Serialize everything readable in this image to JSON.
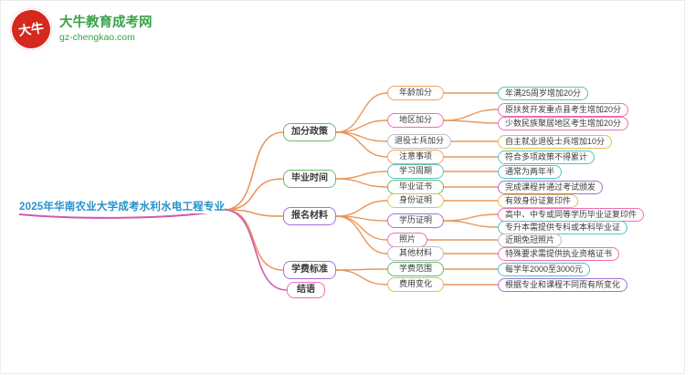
{
  "site": {
    "name": "大牛教育成考网",
    "domain": "gz-chengkao.com",
    "seal": "大牛"
  },
  "palette": {
    "connector_orange": "#e9965c",
    "connector_pink": "#cf5ab2",
    "root_text_blue": "#2691c9",
    "brand_green": "#3aa24a",
    "brand_red": "#d5281e",
    "node_green": "#66bb6a",
    "node_teal": "#4dc6c6",
    "node_orange": "#f2a254",
    "node_pink": "#ec6fb2",
    "node_purple": "#a472d4",
    "node_yellow": "#e3c04e",
    "node_gray": "#bcbcc2"
  },
  "mindmap": {
    "root": "2025年华南农业大学成考水利水电工程专业",
    "branches": [
      {
        "label": "加分政策",
        "children": [
          {
            "label": "年龄加分",
            "children": [
              {
                "label": "年满25周岁增加20分"
              }
            ]
          },
          {
            "label": "地区加分",
            "children": [
              {
                "label": "原扶贫开发重点县考生增加20分"
              },
              {
                "label": "少数民族聚居地区考生增加20分"
              }
            ]
          },
          {
            "label": "退役士兵加分",
            "children": [
              {
                "label": "自主就业退役士兵增加10分"
              }
            ]
          },
          {
            "label": "注意事项",
            "children": [
              {
                "label": "符合多项政策不得累计"
              }
            ]
          }
        ]
      },
      {
        "label": "毕业时间",
        "children": [
          {
            "label": "学习周期",
            "children": [
              {
                "label": "通常为两年半"
              }
            ]
          },
          {
            "label": "毕业证书",
            "children": [
              {
                "label": "完成课程并通过考试颁发"
              }
            ]
          }
        ]
      },
      {
        "label": "报名材料",
        "children": [
          {
            "label": "身份证明",
            "children": [
              {
                "label": "有效身份证复印件"
              }
            ]
          },
          {
            "label": "学历证明",
            "children": [
              {
                "label": "高中、中专或同等学历毕业证复印件"
              },
              {
                "label": "专升本需提供专科或本科毕业证"
              }
            ]
          },
          {
            "label": "照片",
            "children": [
              {
                "label": "近期免冠照片"
              }
            ]
          },
          {
            "label": "其他材料",
            "children": [
              {
                "label": "特殊要求需提供执业资格证书"
              }
            ]
          }
        ]
      },
      {
        "label": "学费标准",
        "children": [
          {
            "label": "学费范围",
            "children": [
              {
                "label": "每学年2000至3000元"
              }
            ]
          },
          {
            "label": "费用变化",
            "children": [
              {
                "label": "根据专业和课程不同而有所变化"
              }
            ]
          }
        ]
      },
      {
        "label": "结语",
        "children": []
      }
    ]
  }
}
